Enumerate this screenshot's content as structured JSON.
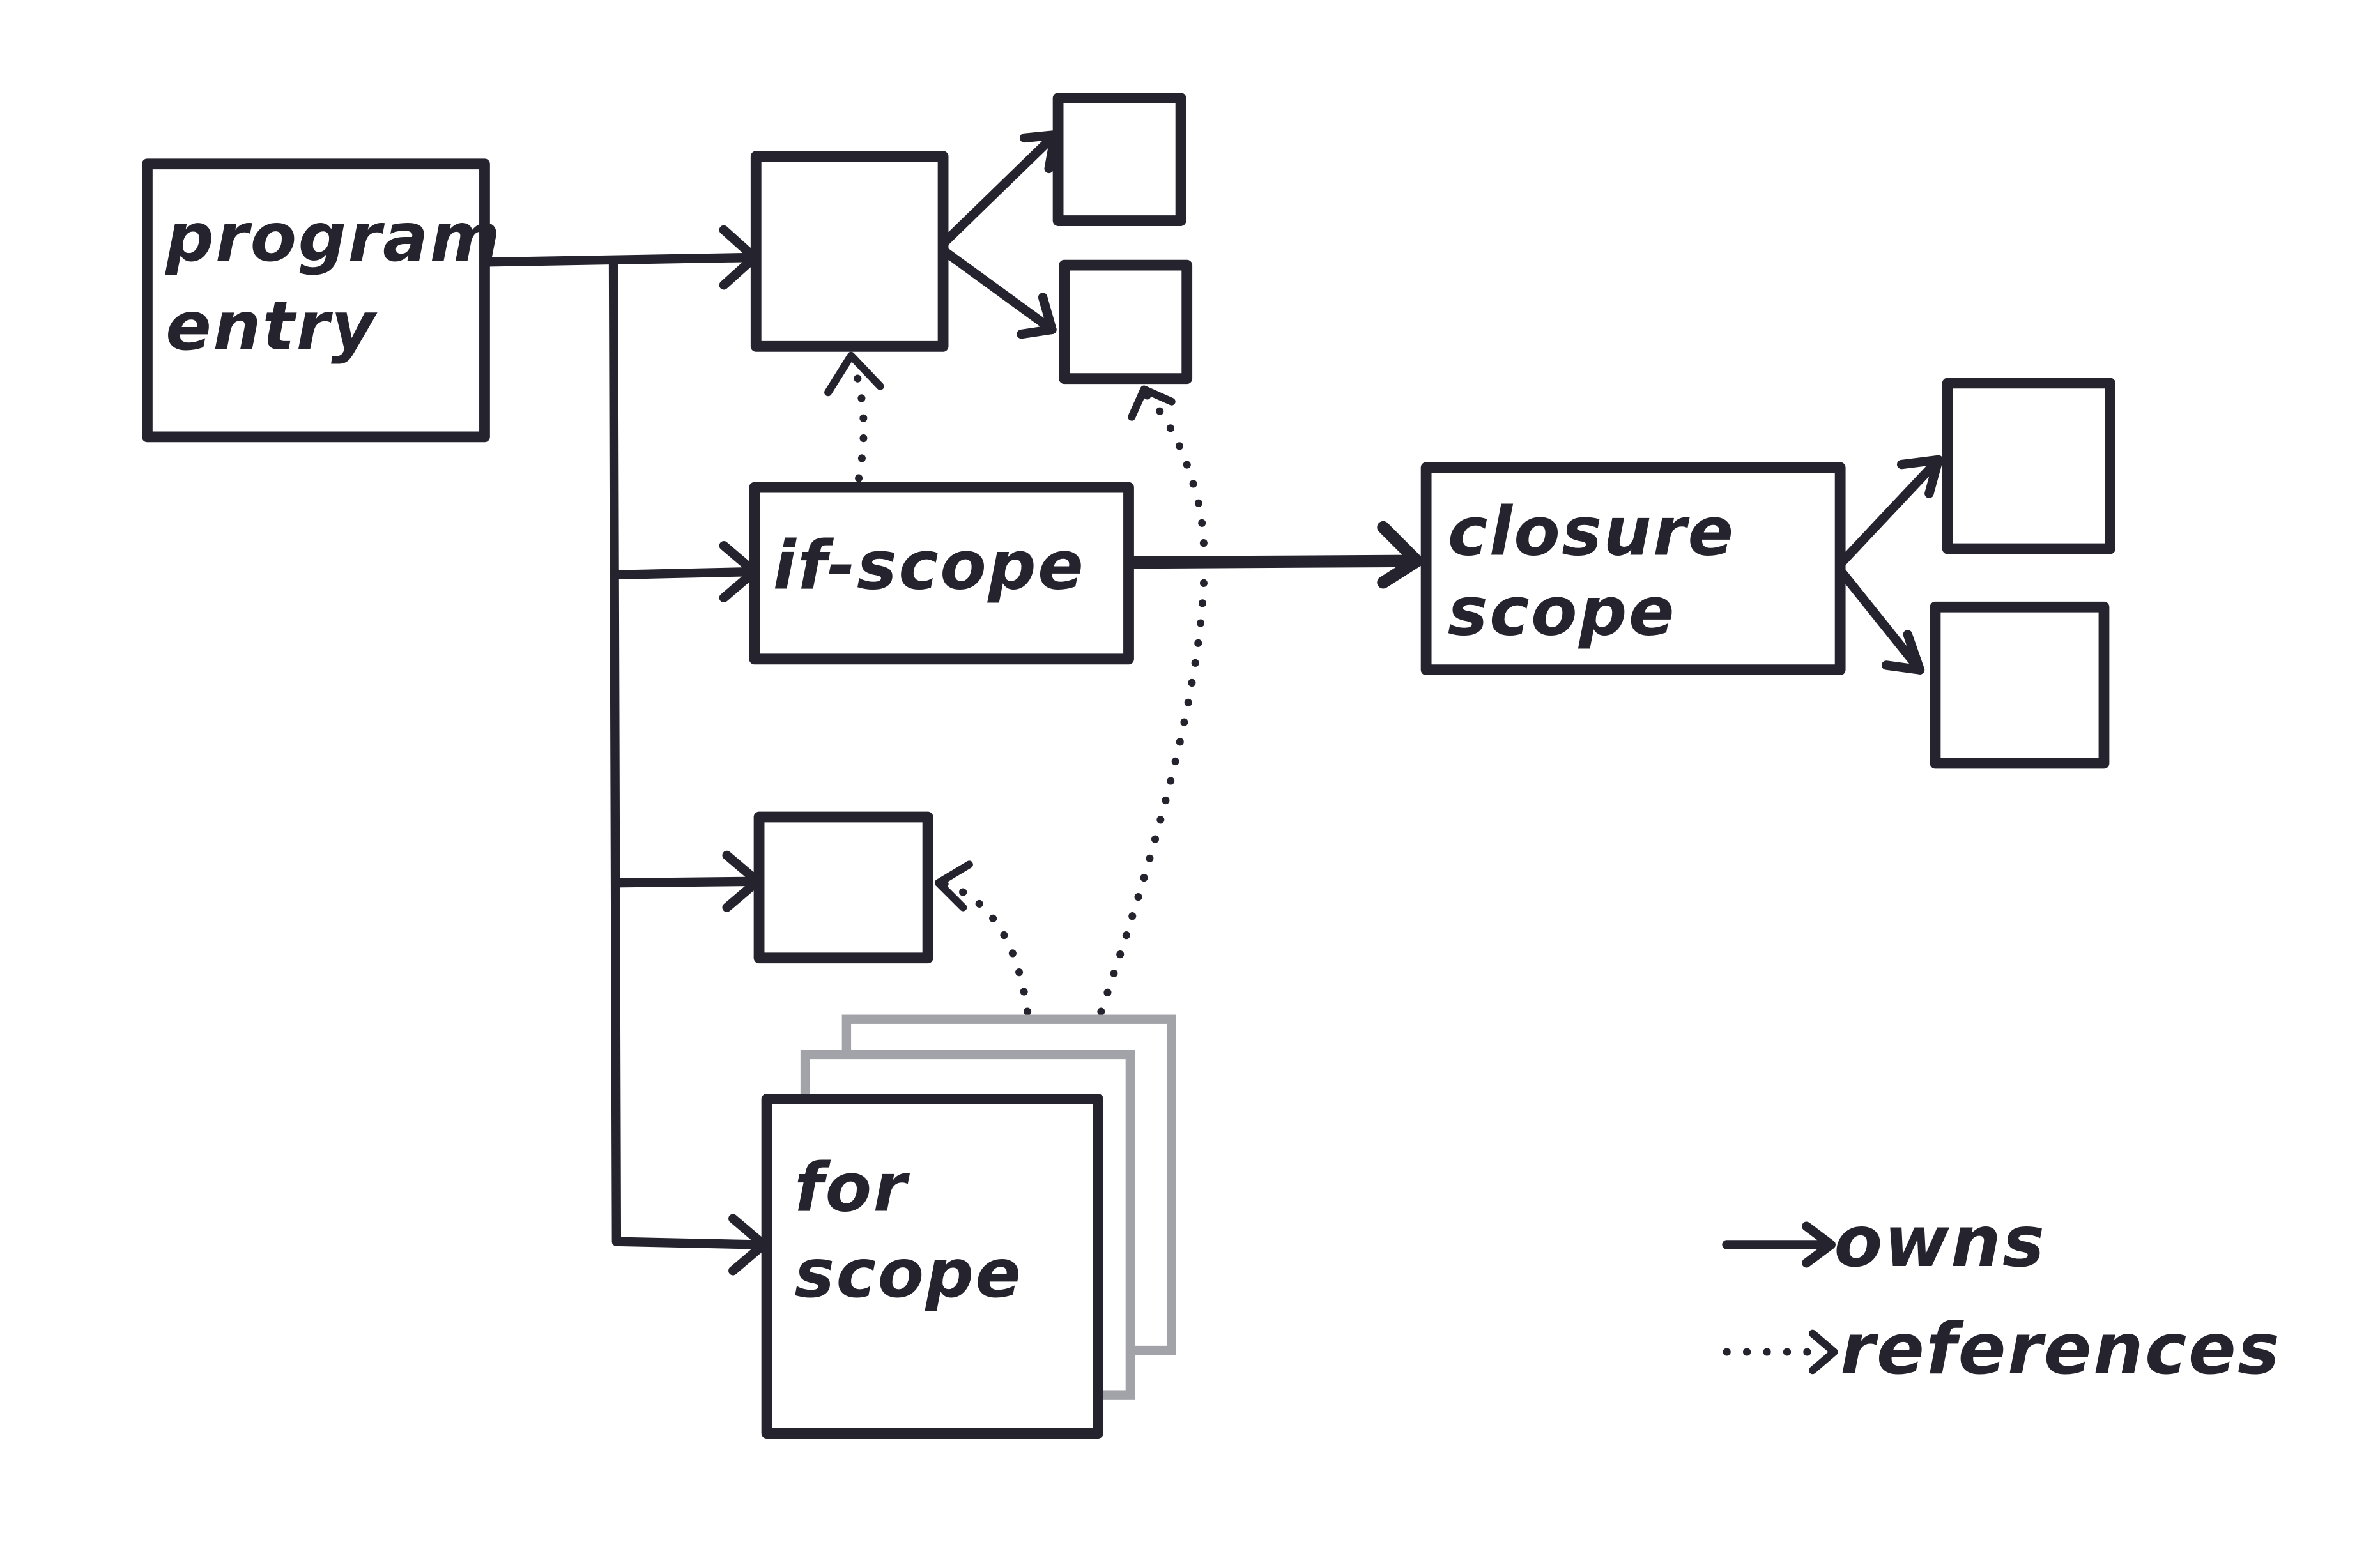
{
  "diagram": {
    "type": "scope-ownership-diagram",
    "colors": {
      "ink": "#24232e",
      "ghost": "#a2a3a8",
      "background": "#ffffff"
    },
    "nodes": {
      "program_entry": {
        "label_line1": "program",
        "label_line2": "entry"
      },
      "global_vars": {
        "label": ""
      },
      "global_var_a": {
        "label": ""
      },
      "global_var_b": {
        "label": ""
      },
      "if_scope": {
        "label": "if-scope"
      },
      "closure_scope": {
        "label_line1": "closure",
        "label_line2": "scope"
      },
      "closure_var_a": {
        "label": ""
      },
      "closure_var_b": {
        "label": ""
      },
      "loop_var": {
        "label": ""
      },
      "for_scope": {
        "label_line1": "for",
        "label_line2": "scope",
        "stacked_copies": 3
      }
    },
    "edges": [
      {
        "from": "program_entry",
        "to": "global_vars",
        "kind": "owns"
      },
      {
        "from": "program_entry",
        "to": "if_scope",
        "kind": "owns"
      },
      {
        "from": "program_entry",
        "to": "loop_var",
        "kind": "owns"
      },
      {
        "from": "program_entry",
        "to": "for_scope",
        "kind": "owns"
      },
      {
        "from": "global_vars",
        "to": "global_var_a",
        "kind": "owns"
      },
      {
        "from": "global_vars",
        "to": "global_var_b",
        "kind": "owns"
      },
      {
        "from": "if_scope",
        "to": "closure_scope",
        "kind": "owns"
      },
      {
        "from": "closure_scope",
        "to": "closure_var_a",
        "kind": "owns"
      },
      {
        "from": "closure_scope",
        "to": "closure_var_b",
        "kind": "owns"
      },
      {
        "from": "if_scope",
        "to": "global_vars",
        "kind": "references"
      },
      {
        "from": "for_scope",
        "to": "loop_var",
        "kind": "references"
      },
      {
        "from": "for_scope",
        "to": "global_var_b",
        "kind": "references"
      }
    ],
    "legend": {
      "owns": "owns",
      "references": "references"
    }
  }
}
